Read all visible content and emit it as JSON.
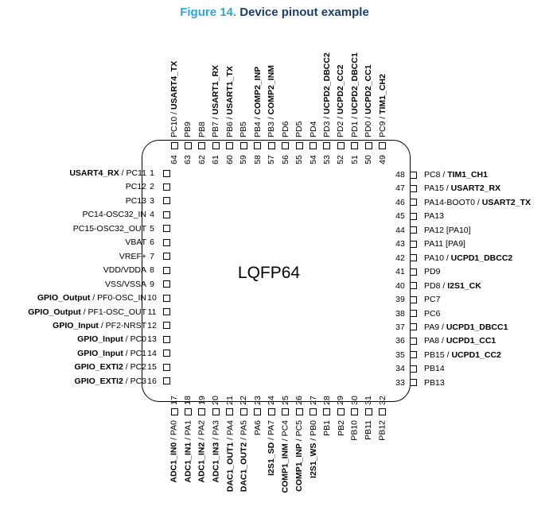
{
  "figure": {
    "number": "Figure 14.",
    "title": "Device pinout example"
  },
  "package": "LQFP64",
  "pins": {
    "left": [
      {
        "num": "1",
        "label": "USART4_RX / PC11",
        "bold": "USART4_RX"
      },
      {
        "num": "2",
        "label": "PC12",
        "bold": ""
      },
      {
        "num": "3",
        "label": "PC13",
        "bold": ""
      },
      {
        "num": "4",
        "label": "PC14-OSC32_IN",
        "bold": ""
      },
      {
        "num": "5",
        "label": "PC15-OSC32_OUT",
        "bold": ""
      },
      {
        "num": "6",
        "label": "VBAT",
        "bold": ""
      },
      {
        "num": "7",
        "label": "VREF+",
        "bold": ""
      },
      {
        "num": "8",
        "label": "VDD/VDDA",
        "bold": ""
      },
      {
        "num": "9",
        "label": "VSS/VSSA",
        "bold": ""
      },
      {
        "num": "10",
        "label": "GPIO_Output / PF0-OSC_IN",
        "bold": "GPIO_Output"
      },
      {
        "num": "11",
        "label": "GPIO_Output / PF1-OSC_OUT",
        "bold": "GPIO_Output"
      },
      {
        "num": "12",
        "label": "GPIO_Input / PF2-NRST",
        "bold": "GPIO_Input"
      },
      {
        "num": "13",
        "label": "GPIO_Input / PC0",
        "bold": "GPIO_Input"
      },
      {
        "num": "14",
        "label": "GPIO_Input / PC1",
        "bold": "GPIO_Input"
      },
      {
        "num": "15",
        "label": "GPIO_EXTI2 / PC2",
        "bold": "GPIO_EXTI2"
      },
      {
        "num": "16",
        "label": "GPIO_EXTI2 / PC3",
        "bold": "GPIO_EXTI2"
      }
    ],
    "right": [
      {
        "num": "48",
        "label": "PC8 / TIM1_CH1",
        "bold": "TIM1_CH1"
      },
      {
        "num": "47",
        "label": "PA15 / USART2_RX",
        "bold": "USART2_RX"
      },
      {
        "num": "46",
        "label": "PA14-BOOT0 / USART2_TX",
        "bold": "USART2_TX"
      },
      {
        "num": "45",
        "label": "PA13",
        "bold": ""
      },
      {
        "num": "44",
        "label": "PA12 [PA10]",
        "bold": ""
      },
      {
        "num": "43",
        "label": "PA11 [PA9]",
        "bold": ""
      },
      {
        "num": "42",
        "label": "PA10 / UCPD1_DBCC2",
        "bold": "UCPD1_DBCC2"
      },
      {
        "num": "41",
        "label": "PD9",
        "bold": ""
      },
      {
        "num": "40",
        "label": "PD8 / I2S1_CK",
        "bold": "I2S1_CK"
      },
      {
        "num": "39",
        "label": "PC7",
        "bold": ""
      },
      {
        "num": "38",
        "label": "PC6",
        "bold": ""
      },
      {
        "num": "37",
        "label": "PA9 / UCPD1_DBCC1",
        "bold": "UCPD1_DBCC1"
      },
      {
        "num": "36",
        "label": "PA8 / UCPD1_CC1",
        "bold": "UCPD1_CC1"
      },
      {
        "num": "35",
        "label": "PB15 / UCPD1_CC2",
        "bold": "UCPD1_CC2"
      },
      {
        "num": "34",
        "label": "PB14",
        "bold": ""
      },
      {
        "num": "33",
        "label": "PB13",
        "bold": ""
      }
    ],
    "top": [
      {
        "num": "64",
        "label": "PC10 / USART4_TX",
        "bold": "USART4_TX"
      },
      {
        "num": "63",
        "label": "PB9",
        "bold": ""
      },
      {
        "num": "62",
        "label": "PB8",
        "bold": ""
      },
      {
        "num": "61",
        "label": "PB7 / USART1_RX",
        "bold": "USART1_RX"
      },
      {
        "num": "60",
        "label": "PB6 / USART1_TX",
        "bold": "USART1_TX"
      },
      {
        "num": "59",
        "label": "PB5",
        "bold": ""
      },
      {
        "num": "58",
        "label": "PB4 / COMP2_INP",
        "bold": "COMP2_INP"
      },
      {
        "num": "57",
        "label": "PB3 / COMP2_INM",
        "bold": "COMP2_INM"
      },
      {
        "num": "56",
        "label": "PD6",
        "bold": ""
      },
      {
        "num": "55",
        "label": "PD5",
        "bold": ""
      },
      {
        "num": "54",
        "label": "PD4",
        "bold": ""
      },
      {
        "num": "53",
        "label": "PD3 / UCPD2_DBCC2",
        "bold": "UCPD2_DBCC2"
      },
      {
        "num": "52",
        "label": "PD2 / UCPD2_CC2",
        "bold": "UCPD2_CC2"
      },
      {
        "num": "51",
        "label": "PD1 / UCPD2_DBCC1",
        "bold": "UCPD2_DBCC1"
      },
      {
        "num": "50",
        "label": "PD0 / UCPD2_CC1",
        "bold": "UCPD2_CC1"
      },
      {
        "num": "49",
        "label": "PC9 / TIM1_CH2",
        "bold": "TIM1_CH2"
      }
    ],
    "bottom": [
      {
        "num": "17",
        "label": "ADC1_IN0 / PA0",
        "bold": "ADC1_IN0"
      },
      {
        "num": "18",
        "label": "ADC1_IN1 / PA1",
        "bold": "ADC1_IN1"
      },
      {
        "num": "19",
        "label": "ADC1_IN2 / PA2",
        "bold": "ADC1_IN2"
      },
      {
        "num": "20",
        "label": "ADC1_IN3 / PA3",
        "bold": "ADC1_IN3"
      },
      {
        "num": "21",
        "label": "DAC1_OUT1 / PA4",
        "bold": "DAC1_OUT1"
      },
      {
        "num": "22",
        "label": "DAC1_OUT2 / PA5",
        "bold": "DAC1_OUT2"
      },
      {
        "num": "23",
        "label": "PA6",
        "bold": ""
      },
      {
        "num": "24",
        "label": "I2S1_SD / PA7",
        "bold": "I2S1_SD"
      },
      {
        "num": "25",
        "label": "COMP1_INM / PC4",
        "bold": "COMP1_INM"
      },
      {
        "num": "26",
        "label": "COMP1_INP / PC5",
        "bold": "COMP1_INP"
      },
      {
        "num": "27",
        "label": "I2S1_WS / PB0",
        "bold": "I2S1_WS"
      },
      {
        "num": "28",
        "label": "PB1",
        "bold": ""
      },
      {
        "num": "29",
        "label": "PB2",
        "bold": ""
      },
      {
        "num": "30",
        "label": "PB10",
        "bold": ""
      },
      {
        "num": "31",
        "label": "PB11",
        "bold": ""
      },
      {
        "num": "32",
        "label": "PB12",
        "bold": ""
      }
    ]
  }
}
